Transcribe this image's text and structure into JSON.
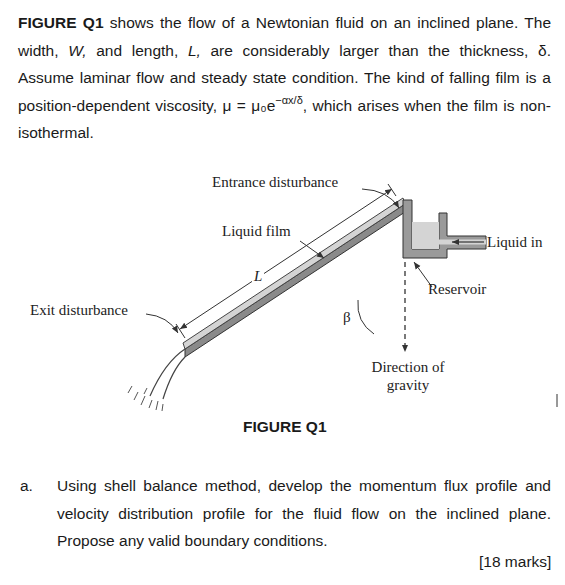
{
  "diagram": {
    "caption": "FIGURE Q1",
    "labels": [
      "FIGURE Q1",
      "shows the flow of a Newtonian fluid on an inclined plane. The width,",
      "W,",
      "and length,",
      "L,",
      "are considerably larger than the thickness, δ. Assume laminar flow and steady state condition. The kind of falling film is a position-dependent viscosity,",
      "μ = μ₀e",
      "−αx/δ",
      ", which arises when the film is non-isothermal.",
      "Entrance disturbance",
      "Liquid film",
      "L",
      "Liquid in",
      "Reservoir",
      "Exit disturbance",
      "β",
      "Direction of gravity",
      "a.",
      "Using shell balance method, develop the momentum flux profile and velocity distribution profile for the fluid flow on the inclined plane. Propose any valid boundary conditions.",
      "[18 marks]"
    ]
  }
}
